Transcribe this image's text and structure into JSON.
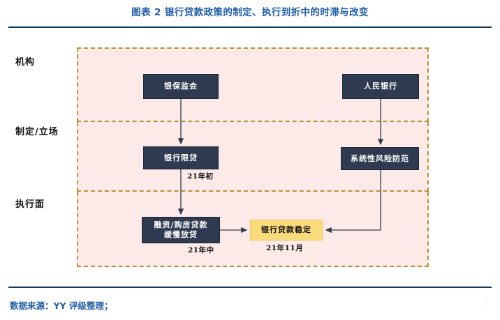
{
  "header": {
    "title": "图表 2 银行贷款政策的制定、执行到折中的时滞与改变"
  },
  "footer": {
    "source": "数据来源：YY 评级整理；",
    "watermark": "8"
  },
  "colors": {
    "title_blue": "#1f5ca8",
    "rule_navy": "#123a5c",
    "band_pink": "#fbeae8",
    "band_dash_gold": "#b8923a",
    "node_dark": "#2e3a50",
    "node_amber": "#fbdc7d",
    "arrow": "#333a44"
  },
  "diagram": {
    "type": "flowchart",
    "bands": [
      {
        "id": "band-institution",
        "label": "机构"
      },
      {
        "id": "band-policy",
        "label": "制定/立场"
      },
      {
        "id": "band-execution",
        "label": "执行面"
      }
    ],
    "nodes": [
      {
        "id": "cbirc",
        "label": "银保监会",
        "band": "band-institution",
        "style": "dark"
      },
      {
        "id": "pboc",
        "label": "人民银行",
        "band": "band-institution",
        "style": "dark"
      },
      {
        "id": "limit",
        "label": "银行限贷",
        "band": "band-policy",
        "style": "dark"
      },
      {
        "id": "sysrisk",
        "label": "系统性风险防范",
        "band": "band-policy",
        "style": "dark"
      },
      {
        "id": "slow",
        "label": "融资/购房贷款\n缓慢放贷",
        "line1": "融资/购房贷款",
        "line2": "缓慢放贷",
        "band": "band-execution",
        "style": "dark"
      },
      {
        "id": "stable",
        "label": "银行贷款稳定",
        "band": "band-execution",
        "style": "amber"
      }
    ],
    "edges": [
      {
        "from": "cbirc",
        "to": "limit",
        "label": ""
      },
      {
        "from": "pboc",
        "to": "sysrisk",
        "label": ""
      },
      {
        "from": "limit",
        "to": "slow",
        "label": "21年初"
      },
      {
        "from": "slow",
        "to": "stable",
        "label": "21年中"
      },
      {
        "from": "sysrisk",
        "to": "stable",
        "label": "21年11月"
      }
    ],
    "edge_labels": {
      "early21": "21年初",
      "mid21": "21年中",
      "nov21": "21年11月"
    }
  }
}
